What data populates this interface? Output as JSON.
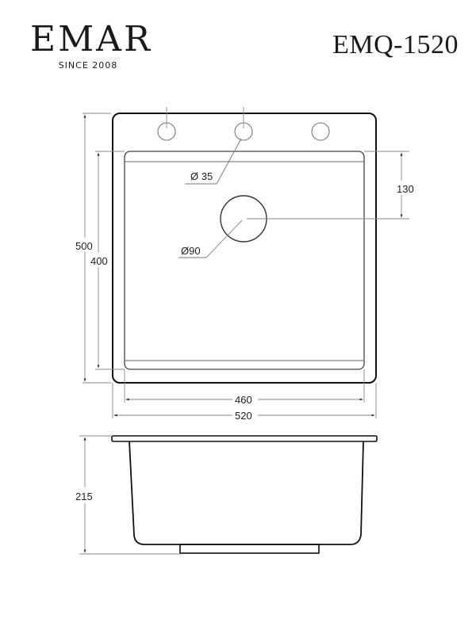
{
  "brand": {
    "name": "EMAR",
    "tagline": "SINCE 2008"
  },
  "model": "EMQ-1520",
  "drawing": {
    "top_view": {
      "dimensions": {
        "overall_width": "520",
        "bowl_width": "460",
        "overall_length": "500",
        "bowl_length": "400",
        "drain_offset": "130",
        "tap_hole_diameter": "Ø 35",
        "drain_diameter": "Ø90"
      },
      "tap_holes": 3
    },
    "side_view": {
      "dimensions": {
        "depth": "215"
      }
    },
    "colors": {
      "outline": "#111111",
      "dimension_line": "#888888",
      "inner_line": "#555555"
    }
  }
}
